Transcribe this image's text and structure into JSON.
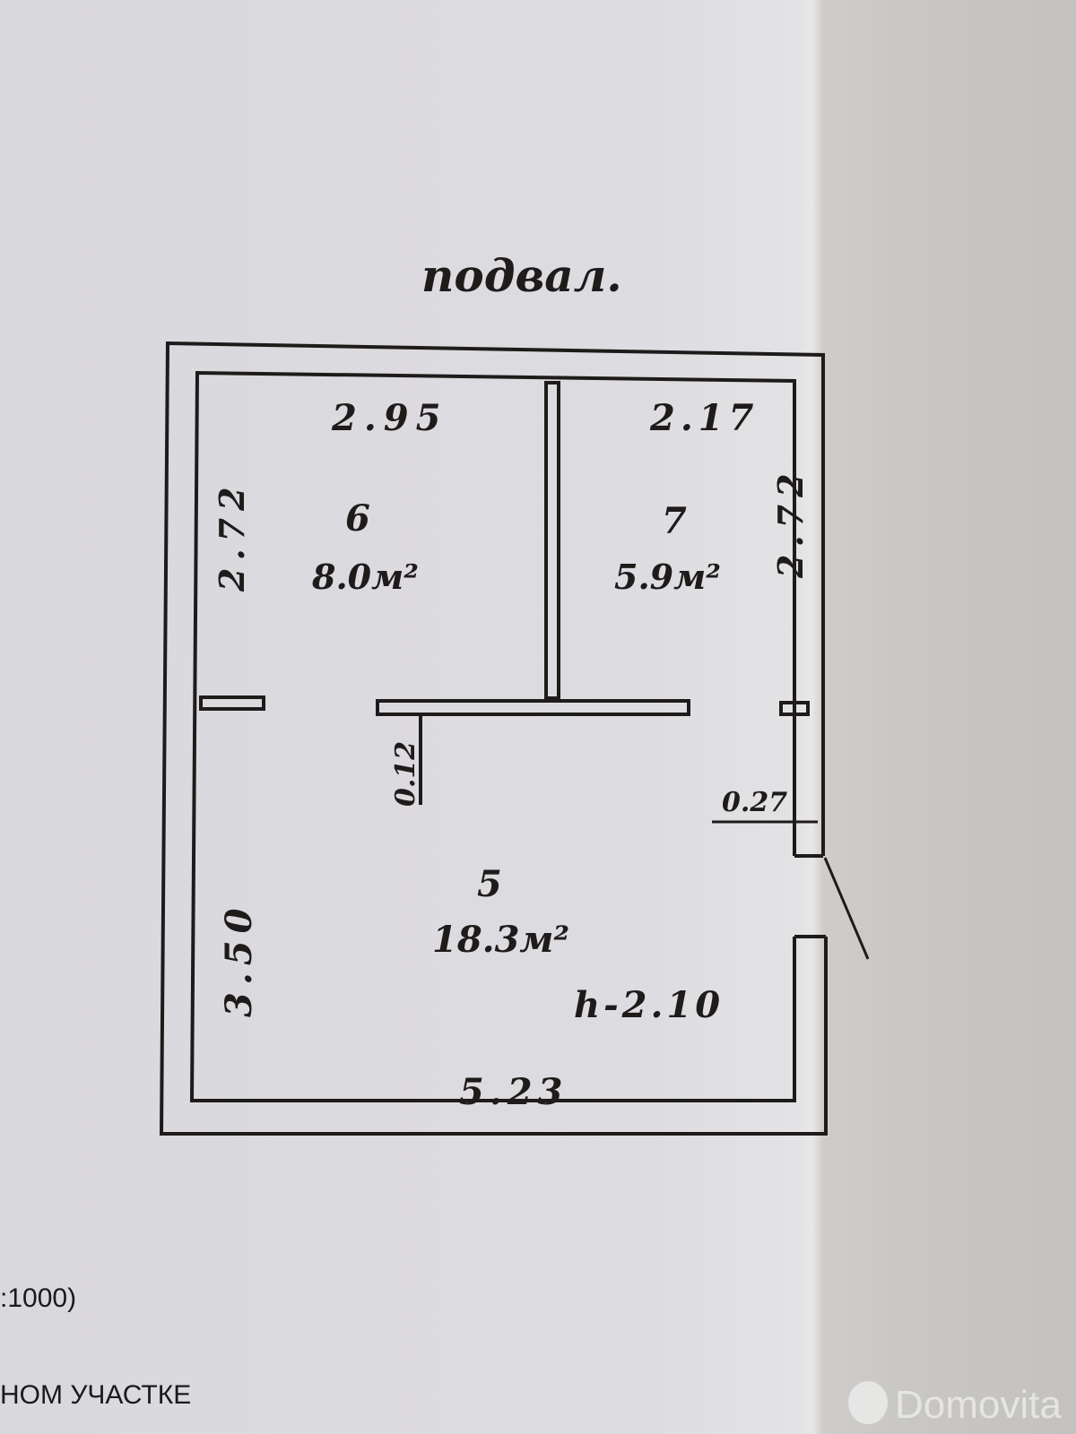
{
  "title": "подвал.",
  "rooms": [
    {
      "number": "6",
      "area": "8.0м²",
      "width": "2.95",
      "length": "2.72"
    },
    {
      "number": "7",
      "area": "5.9м²",
      "width": "2.17",
      "length": "2.72"
    },
    {
      "number": "5",
      "area": "18.3м²",
      "width": "5.23",
      "length": "3.50",
      "height": "h-2.10"
    }
  ],
  "dimensions": {
    "wall_stub": "0.12",
    "wall_offset": "0.27"
  },
  "printed_text": {
    "scale_fragment": ":1000)",
    "caption_fragment": "НОМ УЧАСТКЕ"
  },
  "watermark": "Domovita"
}
